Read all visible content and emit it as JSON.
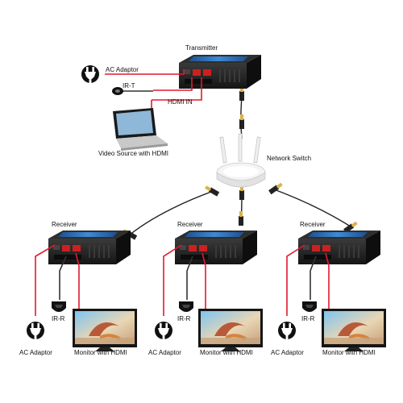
{
  "transmitter": {
    "title": "Transmitter"
  },
  "source": {
    "ac_adaptor": "AC Adaptor",
    "ir_t": "IR-T",
    "hdmi_in": "HDMI IN",
    "video_source": "Video Source with HDMI"
  },
  "network_switch": {
    "label": "Network Switch"
  },
  "receivers": [
    {
      "title": "Receiver",
      "ir": "IR-R",
      "ac_adaptor": "AC Adaptor",
      "monitor": "Monitor with HDMI"
    },
    {
      "title": "Receiver",
      "ir": "IR-R",
      "ac_adaptor": "AC Adaptor",
      "monitor": "Monitor with HDMI"
    },
    {
      "title": "Receiver",
      "ir": "IR-R",
      "ac_adaptor": "AC Adaptor",
      "monitor": "Monitor with HDMI"
    }
  ],
  "colors": {
    "power_cable": "#e3182d",
    "device_body": "#1c1c1c",
    "device_panel": "#2a6fb8",
    "network_cable": "#2b2b2b"
  }
}
